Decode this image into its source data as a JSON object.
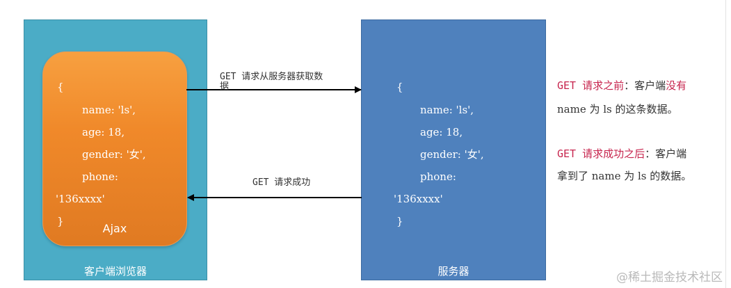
{
  "client": {
    "caption": "客户端浏览器",
    "code_lines": [
      "{",
      "name: 'ls',",
      "age: 18,",
      "gender: '女',",
      "phone:",
      "'136xxxx'",
      "}"
    ],
    "ajax_label": "Ajax"
  },
  "server": {
    "caption": "服务器",
    "code_lines": [
      "{",
      "name: 'ls',",
      "age: 18,",
      "gender: '女',",
      "phone:",
      "'136xxxx'",
      "}"
    ]
  },
  "arrows": {
    "request_label_line1": "GET 请求从服务器获取数",
    "request_label_line2": "据",
    "response_label": "GET 请求成功"
  },
  "notes": {
    "before_red": "GET 请求之前",
    "before_rest1": "：客户端",
    "before_red2": "没有",
    "before_line2": "name 为 ls 的这条数据。",
    "after_red": "GET 请求成功之后",
    "after_rest1": "：客户端",
    "after_line2": "拿到了 name 为 ls 的数据。"
  },
  "watermark": "@稀土掘金技术社区"
}
